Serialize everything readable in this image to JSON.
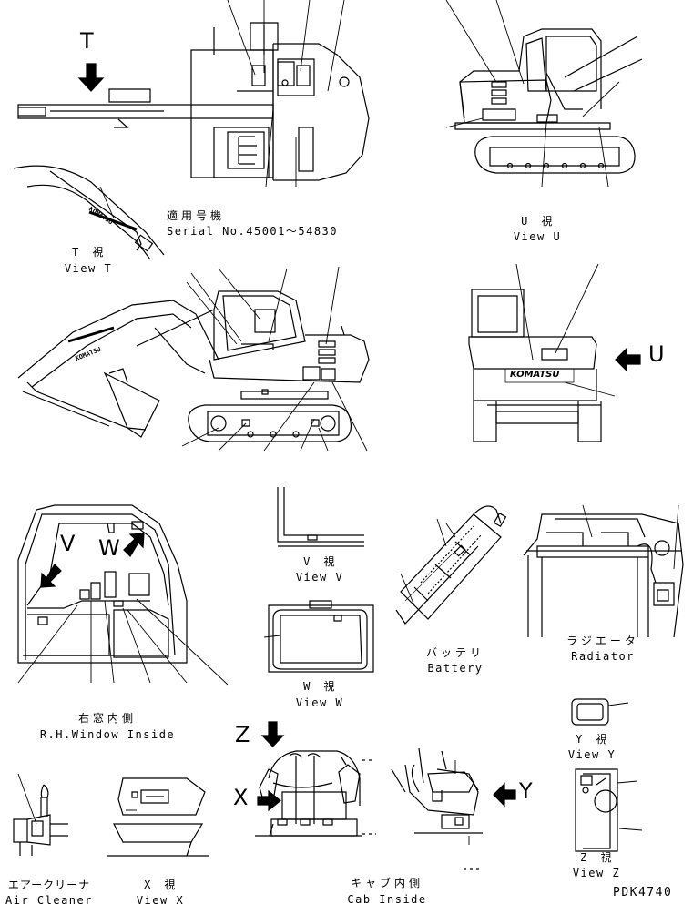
{
  "serial": {
    "heading_jp": "適用号機",
    "range": "Serial No.45001～54830"
  },
  "views": {
    "T": {
      "letter": "T",
      "jp": "T　視",
      "en": "View T"
    },
    "U": {
      "letter": "U",
      "jp": "U　視",
      "en": "View U"
    },
    "V": {
      "letter": "V",
      "jp": "V　視",
      "en": "View V"
    },
    "W": {
      "letter": "W",
      "jp": "W　視",
      "en": "View W"
    },
    "X": {
      "letter": "X",
      "jp": "X　視",
      "en": "View X"
    },
    "Y": {
      "letter": "Y",
      "jp": "Y　視",
      "en": "View Y"
    },
    "Z": {
      "letter": "Z",
      "jp": "Z　視",
      "en": "View Z"
    }
  },
  "parts": {
    "battery": {
      "jp": "バッテリ",
      "en": "Battery"
    },
    "radiator": {
      "jp": "ラジエータ",
      "en": "Radiator"
    },
    "rh_window": {
      "jp": "右窓内側",
      "en": "R.H.Window Inside"
    },
    "air_cleaner": {
      "jp": "エアークリーナ",
      "en": "Air Cleaner"
    },
    "cab_inside": {
      "jp": "キャブ内側",
      "en": "Cab Inside"
    }
  },
  "brand_decal": "KOMATSU",
  "drawing_code": "PDK4740",
  "icons": {
    "view_arrow": "arrow-icon"
  }
}
